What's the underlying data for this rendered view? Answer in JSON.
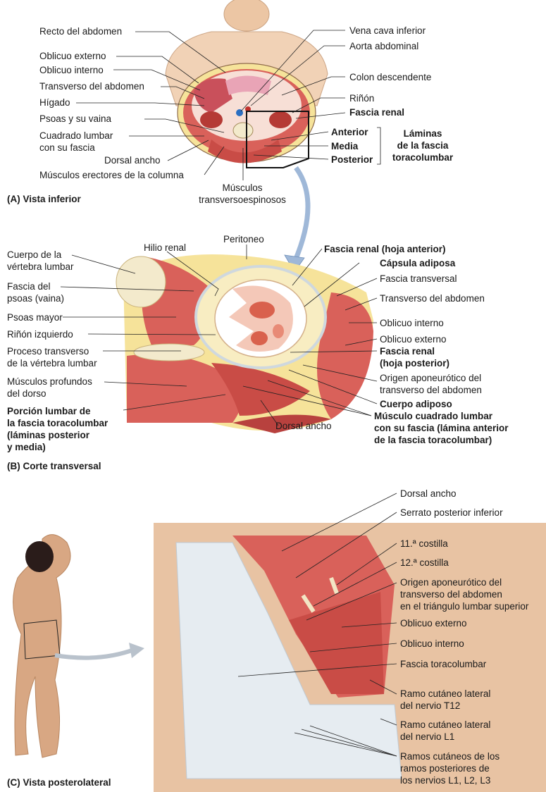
{
  "panel_a": {
    "caption": "(A) Vista inferior",
    "labels": {
      "recto": "Recto del abdomen",
      "oblicuo_externo": "Oblicuo externo",
      "oblicuo_interno": "Oblicuo interno",
      "transverso": "Transverso del abdomen",
      "higado": "Hígado",
      "psoas": "Psoas y su vaina",
      "cuadrado": "Cuadrado lumbar\ncon su fascia",
      "dorsal": "Dorsal ancho",
      "erectores": "Músculos erectores de la columna",
      "transversoespinosos": "Músculos\ntransversoespinosos",
      "vena_cava": "Vena cava inferior",
      "aorta": "Aorta abdominal",
      "colon": "Colon descendente",
      "rinon": "Riñón",
      "fascia_renal": "Fascia renal",
      "anterior": "Anterior",
      "media": "Media",
      "posterior": "Posterior",
      "laminas": "Láminas\nde la fascia\ntoracolumbar"
    }
  },
  "panel_b": {
    "caption": "(B) Corte transversal",
    "labels": {
      "cuerpo_vertebra": "Cuerpo de la\nvértebra lumbar",
      "fascia_psoas": "Fascia del\npsoas (vaina)",
      "psoas_mayor": "Psoas mayor",
      "rinon_izq": "Riñón izquierdo",
      "proceso": "Proceso transverso\nde la vértebra lumbar",
      "profundos": "Músculos profundos\ndel dorso",
      "porcion": "Porción lumbar de\nla fascia toracolumbar\n(láminas posterior\ny media)",
      "hilio": "Hilio renal",
      "peritoneo": "Peritoneo",
      "fascia_renal_ant": "Fascia renal (hoja anterior)",
      "capsula": "Cápsula adiposa",
      "fascia_transversal": "Fascia transversal",
      "transverso": "Transverso del abdomen",
      "oblicuo_interno": "Oblicuo interno",
      "oblicuo_externo": "Oblicuo externo",
      "fascia_renal_post": "Fascia renal\n(hoja posterior)",
      "origen": "Origen aponeurótico del\ntransverso del abdomen",
      "cuerpo_adiposo": "Cuerpo adiposo",
      "cuadrado": "Músculo cuadrado lumbar\ncon su fascia (lámina anterior\nde la fascia toracolumbar)",
      "dorsal": "Dorsal ancho"
    }
  },
  "panel_c": {
    "caption": "(C) Vista posterolateral",
    "labels": {
      "dorsal": "Dorsal ancho",
      "serrato": "Serrato posterior inferior",
      "costilla11": "11.ª costilla",
      "costilla12": "12.ª costilla",
      "origen": "Origen aponeurótico del\ntransverso del abdomen\nen el triángulo lumbar superior",
      "oblicuo_externo": "Oblicuo externo",
      "oblicuo_interno": "Oblicuo interno",
      "fascia": "Fascia toracolumbar",
      "ramo_t12": "Ramo cutáneo lateral\ndel nervio T12",
      "ramo_l1": "Ramo cutáneo lateral\ndel nervio L1",
      "ramos": "Ramos cutáneos de los\nramos posteriores de\nlos nervios L1, L2, L3"
    }
  },
  "colors": {
    "muscle": "#d9615a",
    "muscle_dark": "#b8413e",
    "fat": "#f6e39a",
    "fascia": "#e9eef2",
    "skin": "#f0c9a8",
    "kidney": "#f4c8b8",
    "arrow": "#9fb8d8"
  }
}
